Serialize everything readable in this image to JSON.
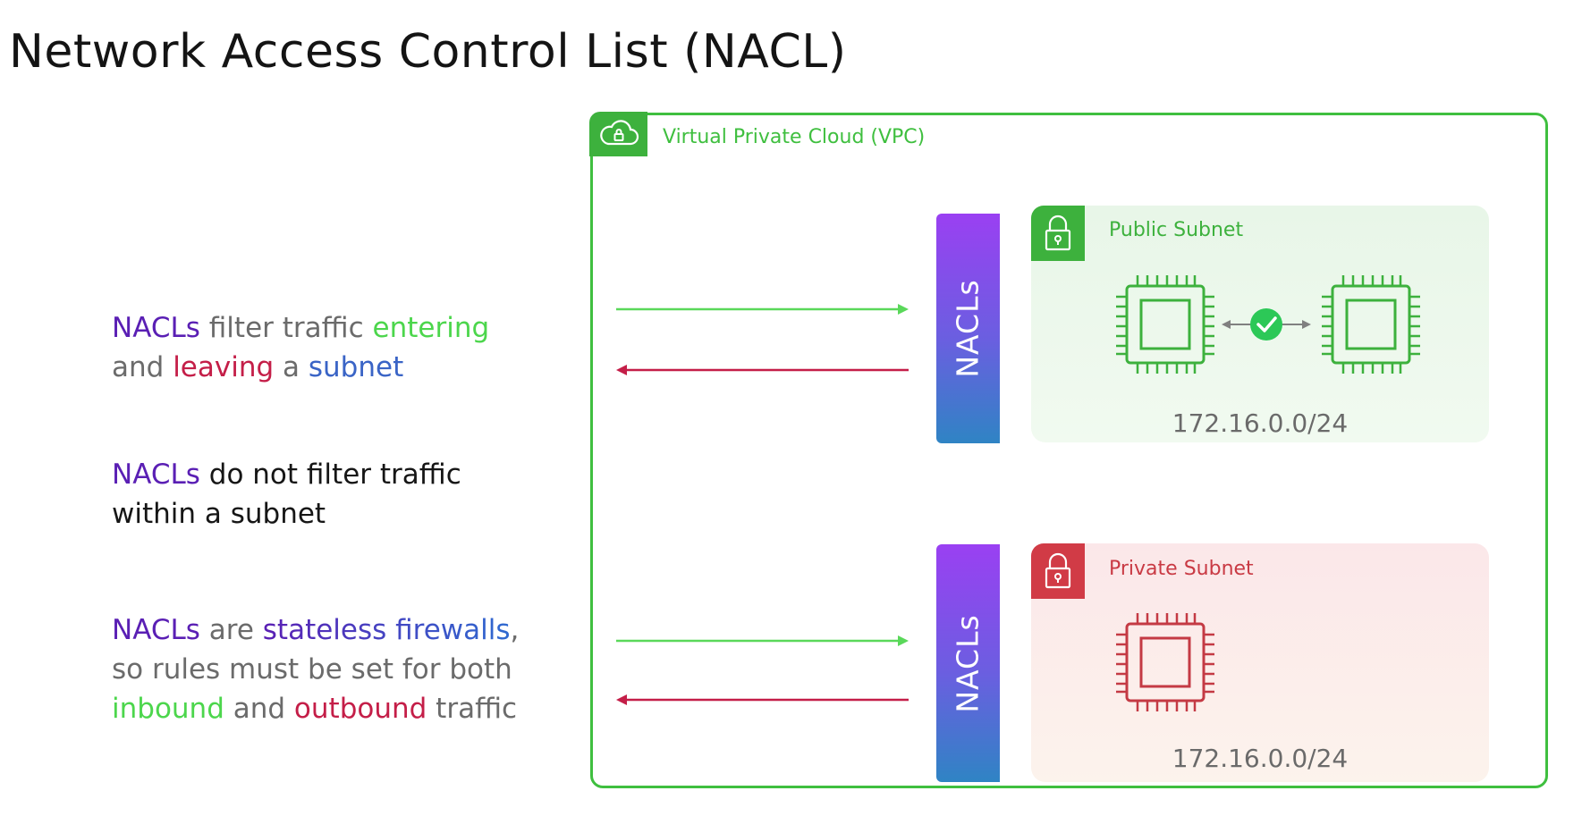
{
  "title": "Network Access Control List (NACL)",
  "bullets": [
    {
      "line1": [
        {
          "text": "NACLs",
          "color": "#5a1fb4"
        },
        {
          "text": " filter traffic ",
          "color": "#6b6b6b"
        },
        {
          "text": "entering",
          "color": "#4cd64c"
        }
      ],
      "line2": [
        {
          "text": "and ",
          "color": "#6b6b6b"
        },
        {
          "text": "leaving",
          "color": "#c41e48"
        },
        {
          "text": " a ",
          "color": "#6b6b6b"
        },
        {
          "text": "subnet",
          "color": "#3a64c6"
        }
      ]
    },
    {
      "line1": [
        {
          "text": "NACLs",
          "color": "#5a1fb4"
        },
        {
          "text": " do not filter traffic",
          "color": "#161616"
        }
      ],
      "line2": [
        {
          "text": "within a subnet",
          "color": "#161616"
        }
      ]
    },
    {
      "line1": [
        {
          "text": "NACLs",
          "color": "#5a1fb4"
        },
        {
          "text": " are ",
          "color": "#6b6b6b"
        },
        {
          "text": "stateless firewalls",
          "color": "gradient"
        },
        {
          "text": ",",
          "color": "#6b6b6b"
        }
      ],
      "line2": [
        {
          "text": "so rules must be set for both",
          "color": "#6b6b6b"
        }
      ],
      "line3": [
        {
          "text": "inbound",
          "color": "#4cd64c"
        },
        {
          "text": " and ",
          "color": "#6b6b6b"
        },
        {
          "text": "outbound",
          "color": "#c41e48"
        },
        {
          "text": " traffic",
          "color": "#6b6b6b"
        }
      ]
    }
  ],
  "vpc": {
    "label": "Virtual Private Cloud (VPC)",
    "icon": "cloud-lock-icon",
    "color": "#3fbf3f"
  },
  "nacl_label": "NACLs",
  "public_subnet": {
    "label": "Public Subnet",
    "cidr": "172.16.0.0/24",
    "icon": "padlock-icon",
    "color": "#3db13d",
    "instances": [
      "chip-icon",
      "chip-icon"
    ],
    "connection": "check-circle-icon"
  },
  "private_subnet": {
    "label": "Private Subnet",
    "cidr": "172.16.0.0/24",
    "icon": "padlock-icon",
    "color": "#d13b46",
    "instances": [
      "chip-icon"
    ]
  },
  "arrows": {
    "inbound_color": "#5ad85a",
    "outbound_color": "#c41e48"
  }
}
